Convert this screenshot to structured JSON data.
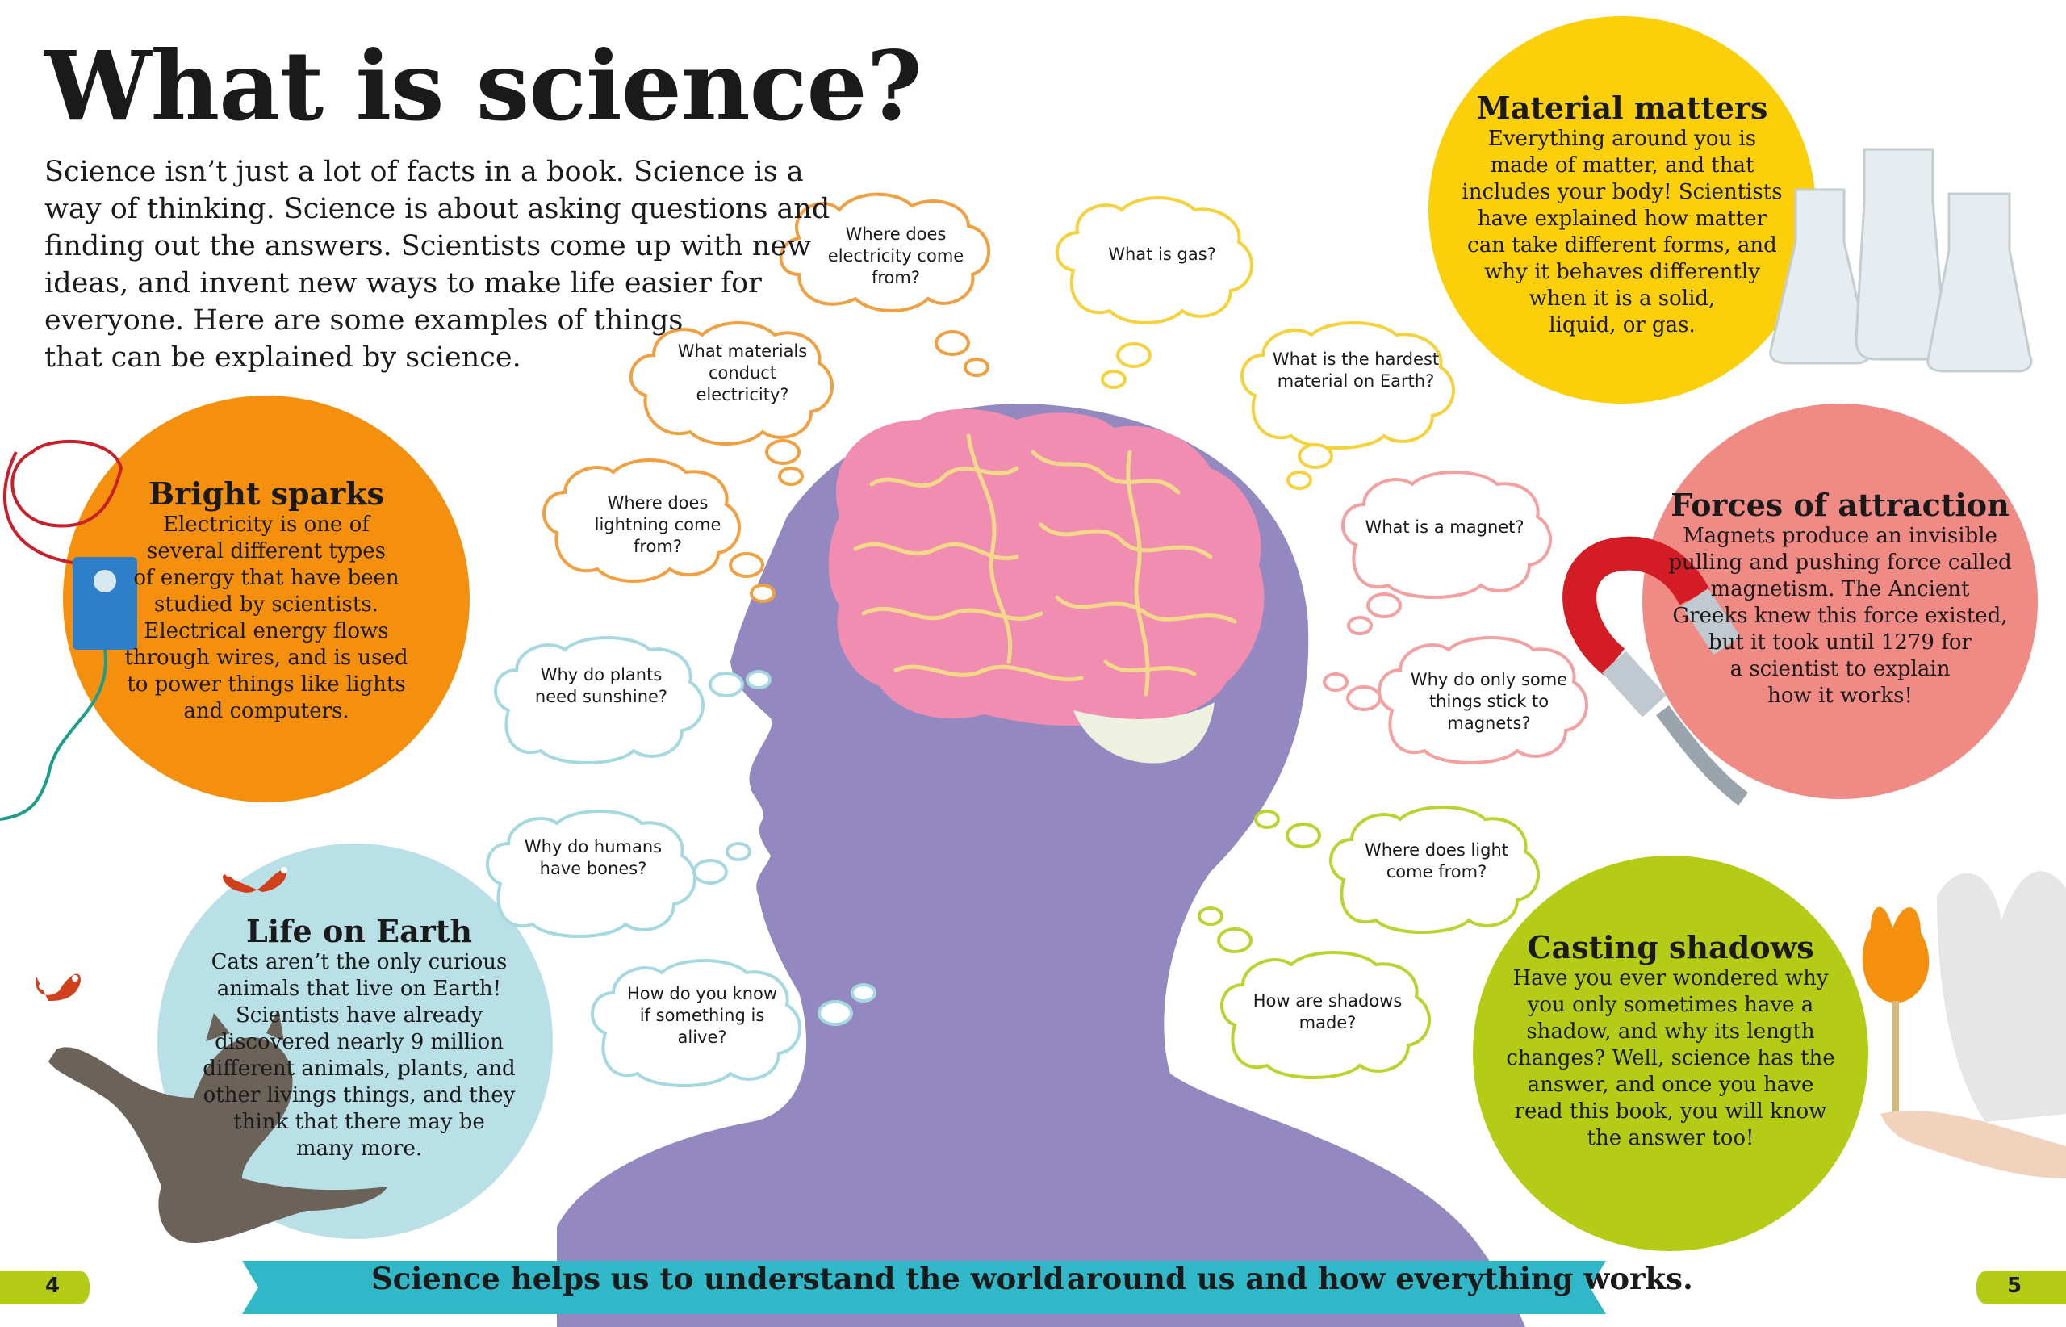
{
  "title": "What is science?",
  "intro_lines": [
    "Science isn’t just a lot of facts in a book. Science is a",
    "way of thinking. Science is about asking questions and",
    "finding out the answers. Scientists come up with new",
    "ideas, and invent new ways to make life easier for",
    "everyone. Here are some examples of things",
    "that can be explained by science."
  ],
  "topics": {
    "bright_sparks": {
      "title": "Bright sparks",
      "lines": [
        "Electricity is one of",
        "several different types",
        "of energy that have been",
        "studied by scientists.",
        "Electrical energy flows",
        "through wires, and is used",
        "to power things like lights",
        "and computers."
      ]
    },
    "life_on_earth": {
      "title": "Life on Earth",
      "lines": [
        "Cats aren’t the only curious",
        "animals that live on Earth!",
        "Scientists have already",
        "discovered nearly 9 million",
        "different animals, plants, and",
        "other livings things, and they",
        "think that there may be",
        "many more."
      ]
    },
    "material_matters": {
      "title": "Material matters",
      "lines": [
        "Everything around you is",
        "made of matter, and that",
        "includes your body! Scientists",
        "have explained how matter",
        "can take different forms, and",
        "why it behaves differently",
        "when it is a solid,",
        "liquid, or gas."
      ]
    },
    "forces_of_attraction": {
      "title": "Forces of attraction",
      "lines": [
        "Magnets produce an invisible",
        "pulling and pushing force called",
        "magnetism. The Ancient",
        "Greeks knew this force existed,",
        "but it took until 1279 for",
        "a scientist to explain",
        "how it works!"
      ]
    },
    "casting_shadows": {
      "title": "Casting shadows",
      "lines": [
        "Have you ever wondered why",
        "you only sometimes have a",
        "shadow, and why its length",
        "changes? Well, science has the",
        "answer, and once you have",
        "read this book, you will know",
        "the answer too!"
      ]
    }
  },
  "questions": [
    {
      "lines": [
        "Where does",
        "electricity come",
        "from?"
      ],
      "color": "#f0a040"
    },
    {
      "lines": [
        "What is gas?"
      ],
      "color": "#f5d23c"
    },
    {
      "lines": [
        "What materials",
        "conduct",
        "electricity?"
      ],
      "color": "#f0a040"
    },
    {
      "lines": [
        "What is the hardest",
        "material on Earth?"
      ],
      "color": "#f5d23c"
    },
    {
      "lines": [
        "Where does",
        "lightning come",
        "from?"
      ],
      "color": "#f0a040"
    },
    {
      "lines": [
        "What is a magnet?"
      ],
      "color": "#f2a0a0"
    },
    {
      "lines": [
        "Why do plants",
        "need sunshine?"
      ],
      "color": "#a6d8e0"
    },
    {
      "lines": [
        "Why do only some",
        "things stick to",
        "magnets?"
      ],
      "color": "#f2a0a0"
    },
    {
      "lines": [
        "Why do humans",
        "have bones?"
      ],
      "color": "#a6d8e0"
    },
    {
      "lines": [
        "Where does light",
        "come from?"
      ],
      "color": "#b8d430"
    },
    {
      "lines": [
        "How do you know",
        "if something is",
        "alive?"
      ],
      "color": "#a6d8e0"
    },
    {
      "lines": [
        "How are shadows",
        "made?"
      ],
      "color": "#b8d430"
    }
  ],
  "footer": {
    "banner_left": "Science helps us to understand the world",
    "banner_right": "around us and how everything works.",
    "page_left": "4",
    "page_right": "5"
  },
  "colors": {
    "head": "#9488c0",
    "brain": "#f08db0",
    "brain_lines": "#f2d98a",
    "orange": "#f5900e",
    "blue": "#b8e0e6",
    "yellow": "#fbd00a",
    "pink": "#f08a85",
    "green": "#b5cc16",
    "banner": "#30b8c8",
    "page_tab": "#b5cc16"
  }
}
